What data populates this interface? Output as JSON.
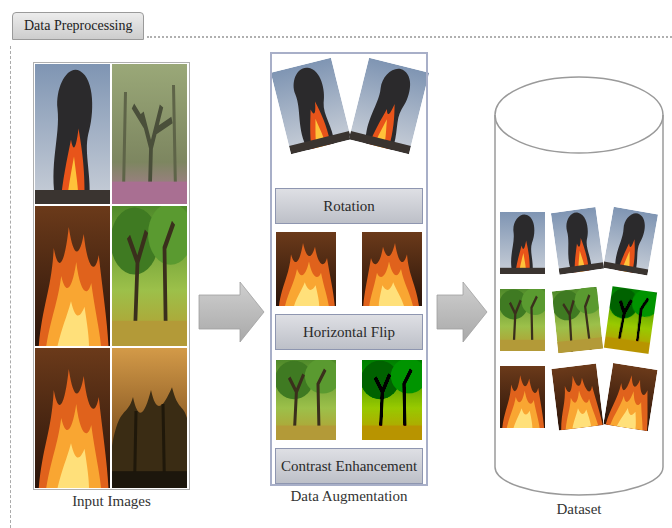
{
  "diagram": {
    "nodes": [
      {
        "text": [
          "Data Preprocessing"
        ]
      },
      {
        "text": [
          "Input Images"
        ],
        "in": 0
      },
      {
        "text": [
          "Data Augmentation"
        ],
        "in": 0
      },
      {
        "text": [
          "Rotation"
        ],
        "in": 2
      },
      {
        "text": [
          "Horizontal Flip"
        ],
        "in": 2
      },
      {
        "text": [
          "Contrast Enhancement"
        ],
        "in": 2
      },
      {
        "text": [
          "Dataset"
        ],
        "in": 0
      }
    ],
    "edges": [
      {
        "from": 1,
        "to": 2,
        "arrow": "to"
      },
      {
        "from": 2,
        "to": 6,
        "arrow": "to"
      }
    ]
  }
}
